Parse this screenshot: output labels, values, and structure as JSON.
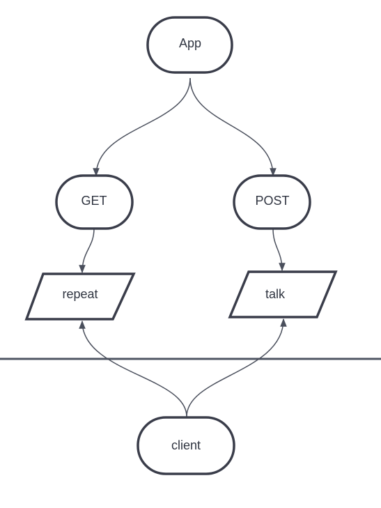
{
  "nodes": {
    "app": {
      "label": "App"
    },
    "get": {
      "label": "GET"
    },
    "post": {
      "label": "POST"
    },
    "repeat": {
      "label": "repeat"
    },
    "talk": {
      "label": "talk"
    },
    "client": {
      "label": "client"
    }
  },
  "colors": {
    "stroke": "#3a3d4a",
    "text": "#2f3440",
    "edge": "#4a4f5c",
    "background": "#ffffff"
  }
}
